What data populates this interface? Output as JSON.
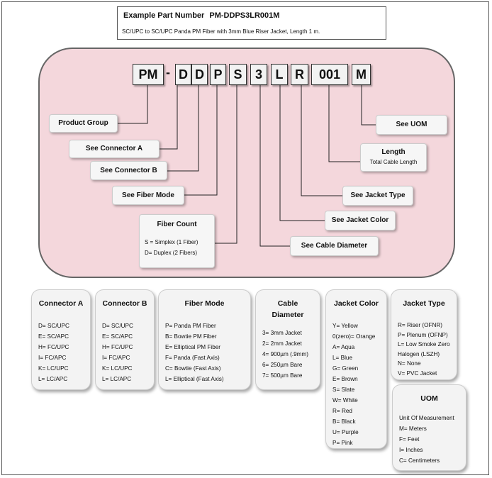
{
  "example": {
    "heading": "Example Part Number",
    "part_number": "PM-DDPS3LR001M",
    "description": "SC/UPC to SC/UPC Panda PM Fiber with 3mm Blue Riser Jacket, Length 1 m."
  },
  "segments": {
    "pm": "PM",
    "dash": "-",
    "d1": "D",
    "d2": "D",
    "p": "P",
    "s": "S",
    "three": "3",
    "l": "L",
    "r": "R",
    "num": "001",
    "m": "M"
  },
  "labels": {
    "product_group": "Product Group",
    "connector_a": "See Connector A",
    "connector_b": "See Connector B",
    "fiber_mode": "See Fiber Mode",
    "fiber_count": {
      "title": "Fiber Count",
      "lines": [
        "S = Simplex (1 Fiber)",
        "D= Duplex (2 Fibers)"
      ]
    },
    "cable_diameter": "See Cable Diameter",
    "jacket_color": "See Jacket Color",
    "jacket_type": "See Jacket Type",
    "length": {
      "title": "Length",
      "sub": "Total Cable Length"
    },
    "uom": "See UOM"
  },
  "cards": {
    "connector_a": {
      "title": "Connector A",
      "items": [
        "D= SC/UPC",
        "E= SC/APC",
        "H= FC/UPC",
        "I= FC/APC",
        "K= LC/UPC",
        "L= LC/APC"
      ]
    },
    "connector_b": {
      "title": "Connector B",
      "items": [
        "D= SC/UPC",
        "E= SC/APC",
        "H= FC/UPC",
        "I= FC/APC",
        "K= LC/UPC",
        "L= LC/APC"
      ]
    },
    "fiber_mode": {
      "title": "Fiber Mode",
      "items": [
        "P= Panda PM Fiber",
        "B= Bowtie PM Fiber",
        "E= Elliptical PM Fiber",
        "F= Panda (Fast Axis)",
        "C= Bowtie (Fast Axis)",
        "L= Elliptical (Fast Axis)"
      ]
    },
    "cable_diameter": {
      "title": "Cable Diameter",
      "items": [
        "3= 3mm Jacket",
        "2= 2mm Jacket",
        "4= 900µm (.9mm)",
        "6= 250µm Bare",
        "7= 500µm Bare"
      ]
    },
    "jacket_color": {
      "title": "Jacket Color",
      "items": [
        "Y= Yellow",
        "0(zero)= Orange",
        "A= Aqua",
        "L= Blue",
        "G= Green",
        "E= Brown",
        "S= Slate",
        "W= White",
        "R= Red",
        "B= Black",
        "U= Purple",
        "P= Pink"
      ]
    },
    "jacket_type": {
      "title": "Jacket Type",
      "items": [
        "R= Riser (OFNR)",
        "P= Plenum (OFNP)",
        "L= Low Smoke Zero",
        "Halogen (LSZH)",
        "N= None",
        "V= PVC Jacket"
      ]
    },
    "uom": {
      "title": "UOM",
      "items": [
        "Unit Of Measurement",
        "M= Meters",
        "F= Feet",
        "I= Inches",
        "C= Centimeters"
      ]
    }
  },
  "colors": {
    "panel_fill": "#f4d7dc",
    "box_fill": "#f2f2f2",
    "card_fill": "#f3f3f3"
  }
}
